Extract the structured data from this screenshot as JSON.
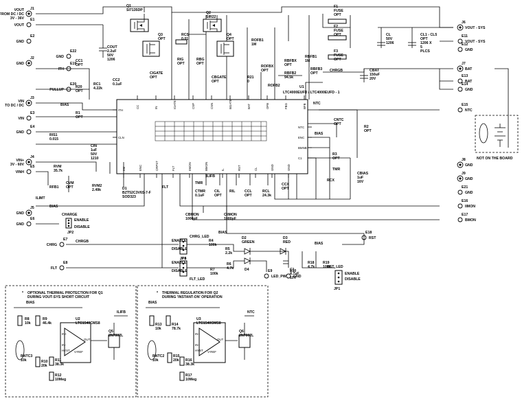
{
  "ic": {
    "name": "U1",
    "part": "LTC4000EUFD / LTC4000EUFD - 1",
    "pins_top": [
      "CC",
      "IN",
      "IGATE",
      "CSP",
      "CSN",
      "BGATE",
      "BAT",
      "OFB",
      "FBG",
      "BFB"
    ],
    "pins_left": [
      "ITH",
      "CLN"
    ],
    "pins_right": [
      "NTC",
      "ENC",
      "BMNB",
      "C1"
    ],
    "pins_bottom": [
      "IIM",
      "ENC",
      "CRPST",
      "FLT",
      "IIMON",
      "BMON",
      "IL",
      "RST",
      "CL",
      "GND",
      "GND"
    ]
  },
  "connectors": [
    {
      "ref": "J1",
      "label": "VOUT\nFROM DC / DC\n3V - 36V"
    },
    {
      "ref": "E1",
      "label": "VOUT"
    },
    {
      "ref": "E2",
      "label": "GND"
    },
    {
      "ref": "J2",
      "label": "GND"
    },
    {
      "ref": "E22",
      "label": "GND"
    },
    {
      "ref": "E19",
      "label": "ITH"
    },
    {
      "ref": "E20",
      "label": "PULLUP"
    },
    {
      "ref": "J3",
      "label": "VIN\nTO DC / DC"
    },
    {
      "ref": "E3",
      "label": "VIN"
    },
    {
      "ref": "E4",
      "label": "GND"
    },
    {
      "ref": "J4",
      "label": "VIN+\n3V - 60V"
    },
    {
      "ref": "E5",
      "label": "VINH"
    },
    {
      "ref": "J5",
      "label": "GND"
    },
    {
      "ref": "E6",
      "label": "GND"
    },
    {
      "ref": "E7",
      "label": "CHRG"
    },
    {
      "ref": "E8",
      "label": "FLT"
    },
    {
      "ref": "J6",
      "label": "VOUT - SYS"
    },
    {
      "ref": "E11",
      "label": "VOUT - SYS"
    },
    {
      "ref": "E12",
      "label": "GND"
    },
    {
      "ref": "J7",
      "label": "BAT"
    },
    {
      "ref": "E13",
      "label": "BAT"
    },
    {
      "ref": "E14",
      "label": "GND"
    },
    {
      "ref": "E15",
      "label": "NTC"
    },
    {
      "ref": "J8",
      "label": "GND"
    },
    {
      "ref": "J9",
      "label": "GND"
    },
    {
      "ref": "E21",
      "label": "GND"
    },
    {
      "ref": "E16",
      "label": "IIMON"
    },
    {
      "ref": "E17",
      "label": "BMON"
    },
    {
      "ref": "E18",
      "label": "RST"
    },
    {
      "ref": "E9",
      "label": "LED_PWR"
    },
    {
      "ref": "E10",
      "label": "GND"
    }
  ],
  "parts": {
    "Q1": "Q1\nSI7135DP",
    "Q2": "Q2\nSIR22",
    "Q3": "Q3\nOPT",
    "Q4": "Q4\nOPT",
    "RCS": "RCS\n0.01",
    "COUT": "COUT\n2.2uF\n50V\n1206",
    "CIGATE": "CIGATE\nOPT",
    "RIG": "RIG\nOPT",
    "RBG": "RBG\nOPT",
    "CBGATE": "CBGATE\nOPT",
    "ROFB1": "ROFB1\n1M",
    "F1": "F1\nFUSE\nOPT",
    "F2": "F2\nFUSE\nOPT",
    "F3": "F3\nFUSE\nOPT",
    "CL": "CL\n50V\n1206",
    "CL1": "CL1 - CL5\nOPT\n1206 X\n5\nPLCS",
    "CC1": "CC1\nOPT",
    "RC1": "RC1\n4.22k",
    "CC2": "CC2\n0.1uF",
    "R20": "R20\nOPT",
    "R1": "R1\nOPT",
    "R21": "R21\n0",
    "ROFB2": "ROFB2",
    "ROFBX": "ROFBX\nOPT",
    "RBFBX": "RBFBX\nOPT",
    "RBFB1": "RBFB1\n1M",
    "RBFB2": "RBFB2\n94.5k",
    "RBFB3": "RBFB3\nOPT",
    "CHRGB": "CHRGB",
    "CBAT": "CBAT\n150uF\n20V",
    "RIS1": "RIS1\n0.015",
    "CIN": "CIN\n1uF\n50V\n1210",
    "RVM": "RVM\n35.7k",
    "RFB1": "RFB1",
    "CVM": "CVM\nOPT",
    "RVM2": "RVM2\n2.49k",
    "D1": "D1\nBZT52C3V6S-7-F\nSOD323",
    "CTMR": "CTMR\n0.1uF",
    "CIL": "CIL\nOPT",
    "RIL": "RIL",
    "CCL": "CCL\nOPT",
    "RCL": "RCL\n24.3k",
    "CCX": "CCX\nOPT",
    "RCX": "RCX",
    "CBIAS": "CBIAS\n1uF\n16V",
    "CNTC": "CNTC\nOPT",
    "R2": "R2\nOPT",
    "R3": "R3\nOPT",
    "CBMON": "CBMON\n1000pF",
    "CIIMON": "CIIMON\n1000pF",
    "R4": "R4\n100k",
    "R5": "R5\n2.2k",
    "R6": "R6\n4.7k",
    "R7": "R7\n100k",
    "D2": "D2\nGREEN",
    "D3": "D3\nRED",
    "D4": "D4",
    "C1": "C1\n4.7uF\n10V",
    "R18": "R18\n4.7k",
    "R19": "R19\n100k",
    "JP1": "JP1",
    "JP2": "JP2",
    "JP3": "JP3",
    "JP4": "JP4",
    "R8": "R8\n10k",
    "R9": "R9\n46.4k",
    "R10": "R10\n20k",
    "R11": "R11\n38.3k",
    "R12": "R12\n10Meg",
    "U2": "U2\nLTC1540CMS8",
    "Q5": "Q5\n2N7002L",
    "RNTC3": "RNTC3\n10k",
    "R13": "R13\n10k",
    "R14": "R14\n78.7k",
    "R15": "R15\n20k",
    "R16": "R16\n38.3k",
    "R17": "R17\n10Meg",
    "U3": "U3\nLTC1540CMS8",
    "Q6": "Q6\n2N7002L",
    "RNTC2": "RNTC2\n10k"
  },
  "texts": {
    "bias": "BIAS",
    "tmr": "TMR",
    "ilmt": "ILIMT",
    "ilfb": "ILIFB",
    "enable": "ENABLE",
    "disable": "DISABLE",
    "charge": "CHARGE",
    "chrg_led": "CHRG_LED",
    "flt_led": "FLT_LED",
    "rst_led": "RST_LED",
    "not_on_board": "NOT ON THE BOARD",
    "ntc": "NTC",
    "rbfbx_note": "RBFBX",
    "flt_net": "FLT",
    "chrg_net": "CHRGB",
    "note1": "OPTIONAL THERMAL PROTECTION FOR Q1\nDURING VOUT-SYS SHORT CIRCUIT",
    "note2": "THERMAL REGULATION FOR Q2\nDURING 'INSTANT-ON' OPERATION",
    "star": "*",
    "out": "OUT",
    "in_minus": "IN-",
    "in_plus": "IN+",
    "hyst": "HYST",
    "vref": "V-REF",
    "vplus": "V+",
    "gnd": "GND"
  }
}
